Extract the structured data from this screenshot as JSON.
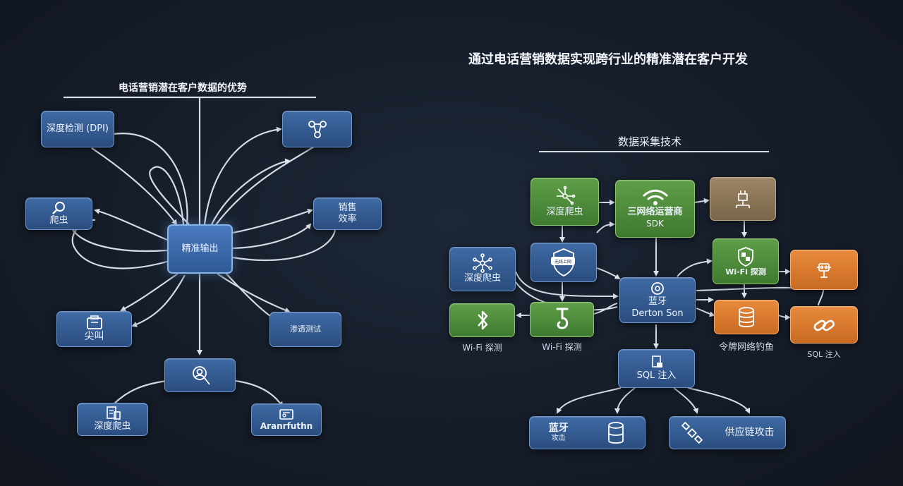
{
  "left": {
    "title": "电话营销潜在客户数据的优势",
    "center": "精准输出",
    "nodes": {
      "dpi": "深度检测 (DPI)",
      "crawler": "爬虫",
      "sales_line1": "销售",
      "sales_line2": "效率",
      "scream": "尖叫",
      "pentest": "渗透测试",
      "deep_crawler": "深度爬虫",
      "bottom_right": "Aranrfuthn"
    }
  },
  "right": {
    "main_title": "通过电话营销数据实现跨行业的精准潜在客户开发",
    "title": "数据采集技术",
    "nodes": {
      "deep_crawler_green": "深度爬虫",
      "operator_line1": "三网络运营商",
      "operator_line2": "SDK",
      "shield_tag": "无线上网",
      "wifi_probe_green": "Wi-Fi 探测",
      "deep_crawler_blue": "深度爬虫",
      "bluetooth_line1": "蓝牙",
      "bluetooth_line2": "Derton Son",
      "wifi_probe_cap1": "Wi-Fi 探测",
      "wifi_probe_cap2": "Wi-Fi 探测",
      "token_phishing": "令牌网络钓鱼",
      "sql_injection_orange": "SQL 注入",
      "sql_injection": "SQL 注入",
      "bt_attack_line1": "蓝牙",
      "bt_attack_line2": "攻击",
      "supply_chain": "供应链攻击"
    }
  },
  "colors": {
    "background": "#141b27",
    "blue_node": "#2f5488",
    "green_node": "#4f8c3b",
    "orange_node": "#d9772d",
    "tan_node": "#8b7557",
    "connector": "#d8dde6"
  },
  "icons": [
    "shield-icon",
    "network-icon",
    "magnifier-icon",
    "camera-frame-icon",
    "user-circle-icon",
    "document-icon",
    "dashboard-icon",
    "wifi-icon",
    "circuit-icon",
    "bluetooth-icon",
    "crane-hook-icon",
    "database-icon",
    "gear-disk-icon",
    "robot-icon",
    "chain-link-icon",
    "file-lock-icon",
    "satellite-icon"
  ]
}
